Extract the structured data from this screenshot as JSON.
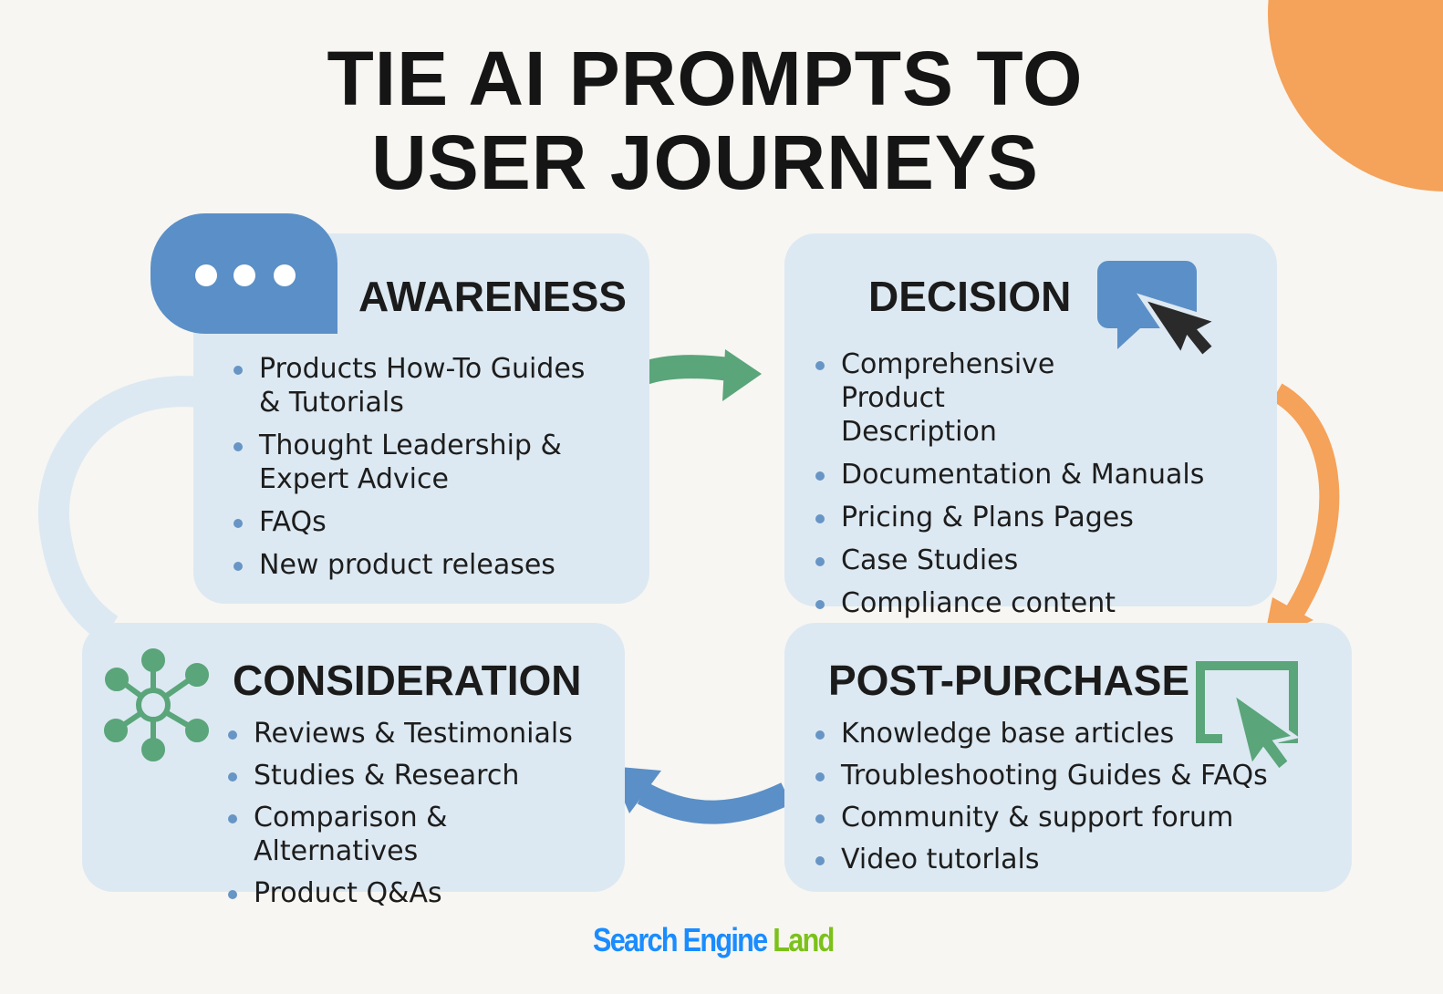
{
  "title": {
    "line1": "TIE AI PROMPTS TO",
    "line2": "USER JOURNEYS"
  },
  "colors": {
    "background": "#f7f6f2",
    "card": "#dde9f2",
    "blue": "#5b8fc7",
    "green": "#5aa57a",
    "orange": "#f5a25a",
    "text": "#1d1d1d"
  },
  "stages": {
    "awareness": {
      "heading": "AWARENESS",
      "icon": "chat-bubble-icon",
      "items": [
        "Products How-To Guides & Tutorials",
        "Thought Leadership & Expert Advice",
        "FAQs",
        "New product releases"
      ]
    },
    "decision": {
      "heading": "DECISION",
      "icon": "chat-cursor-icon",
      "items": [
        "Comprehensive Product Description",
        "Documentation & Manuals",
        "Pricing & Plans Pages",
        "Case Studies",
        "Compliance content"
      ]
    },
    "consideration": {
      "heading": "CONSIDERATION",
      "icon": "network-hub-icon",
      "items": [
        "Reviews & Testimonials",
        "Studies & Research",
        "Comparison & Alternatives",
        "Product Q&As"
      ]
    },
    "post_purchase": {
      "heading": "POST-PURCHASE",
      "icon": "screen-cursor-icon",
      "items": [
        "Knowledge base articles",
        "Troubleshooting Guides & FAQs",
        "Community & support forum",
        "Video tutorlals"
      ]
    }
  },
  "logo": {
    "part1": "Search Engine",
    "part2": "Land"
  }
}
